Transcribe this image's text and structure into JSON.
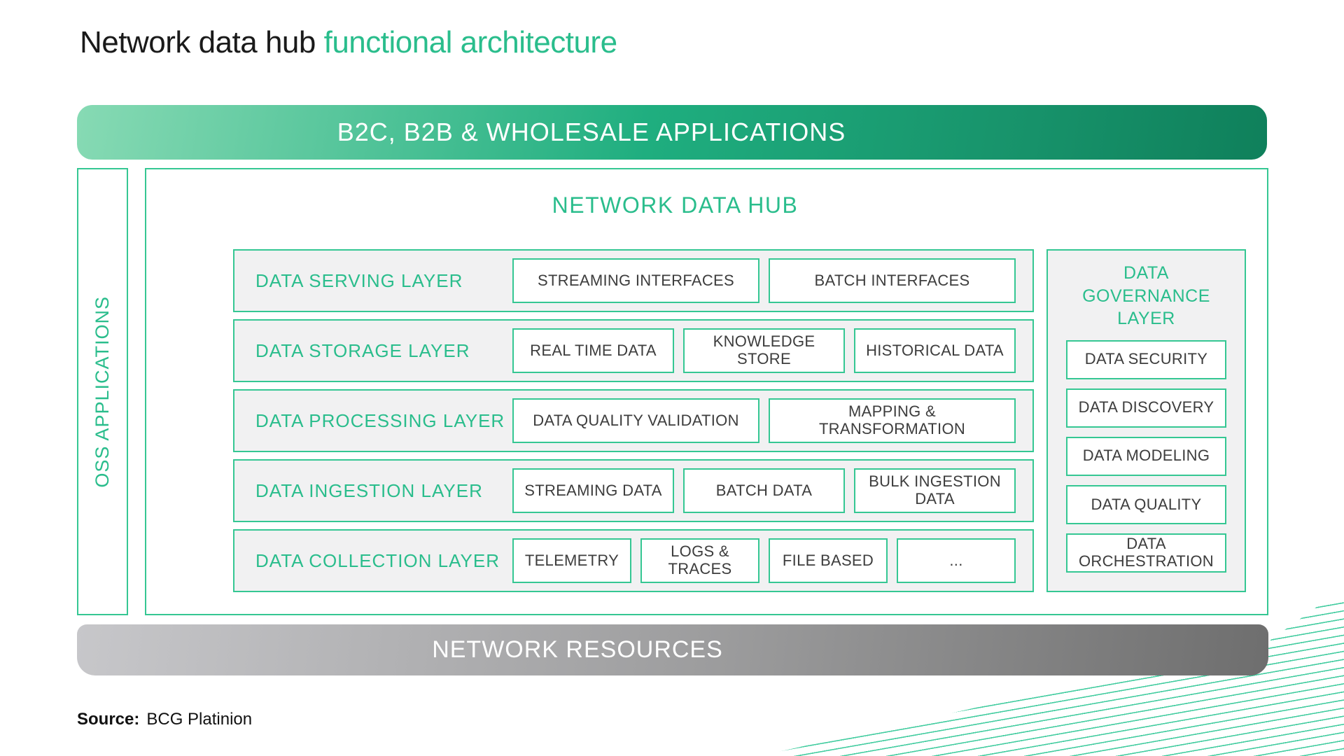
{
  "title": {
    "black": "Network data hub ",
    "green": "functional architecture"
  },
  "top_banner": "B2C, B2B & WHOLESALE APPLICATIONS",
  "oss_sidebar": "OSS APPLICATIONS",
  "hub": {
    "title": "NETWORK DATA HUB",
    "layers": [
      {
        "label": "DATA SERVING LAYER",
        "boxes": [
          "STREAMING INTERFACES",
          "BATCH INTERFACES"
        ]
      },
      {
        "label": "DATA STORAGE LAYER",
        "boxes": [
          "REAL TIME DATA",
          "KNOWLEDGE\nSTORE",
          "HISTORICAL DATA"
        ]
      },
      {
        "label": "DATA PROCESSING LAYER",
        "boxes": [
          "DATA QUALITY VALIDATION",
          "MAPPING &\nTRANSFORMATION"
        ]
      },
      {
        "label": "DATA INGESTION LAYER",
        "boxes": [
          "STREAMING DATA",
          "BATCH DATA",
          "BULK INGESTION\nDATA"
        ]
      },
      {
        "label": "DATA COLLECTION LAYER",
        "boxes": [
          "TELEMETRY",
          "LOGS &\nTRACES",
          "FILE BASED",
          "..."
        ]
      }
    ]
  },
  "governance": {
    "title": "DATA GOVERNANCE\nLAYER",
    "boxes": [
      "DATA SECURITY",
      "DATA DISCOVERY",
      "DATA MODELING",
      "DATA QUALITY",
      "DATA\nORCHESTRATION"
    ]
  },
  "bottom_banner": "NETWORK RESOURCES",
  "source": {
    "label": "Source:",
    "value": "BCG Platinion"
  },
  "colors": {
    "accent": "#2abd8c",
    "accentBorder": "#35c793",
    "bannerLight": "#87dab4",
    "bannerMid": "#1fae7f",
    "bannerDark": "#0f805b",
    "greyLight": "#c7c7ca",
    "greyDark": "#6e6e6e",
    "rowBg": "#f1f1f2",
    "boxText": "#3d3d3d",
    "hatch": "#2ec795"
  }
}
